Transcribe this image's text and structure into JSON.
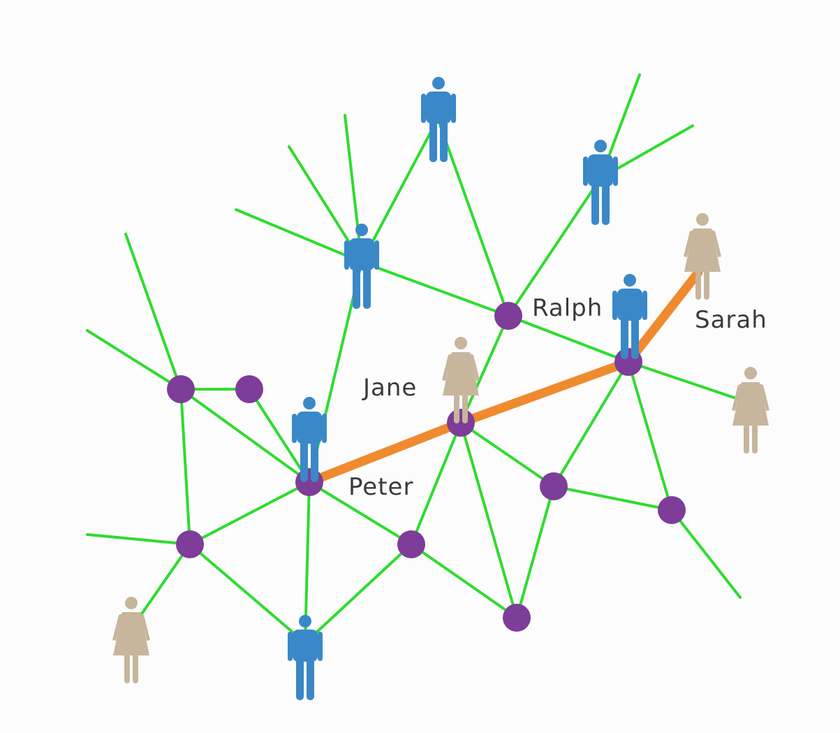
{
  "diagram": {
    "colors": {
      "background": "#fcfcfc",
      "edge": "#2edc2e",
      "highlight_path": "#f08a2e",
      "node": "#7d3d98",
      "male_figure": "#3a88c8",
      "female_figure": "#c7b59c",
      "label": "#3a3a3a"
    },
    "labels": {
      "ralph": "Ralph",
      "sarah": "Sarah",
      "jane": "Jane",
      "peter": "Peter"
    },
    "highlighted_path": [
      "Peter",
      "Jane",
      "Ralph",
      "Sarah"
    ],
    "figure_types": [
      "male-person-icon",
      "female-person-icon"
    ]
  }
}
